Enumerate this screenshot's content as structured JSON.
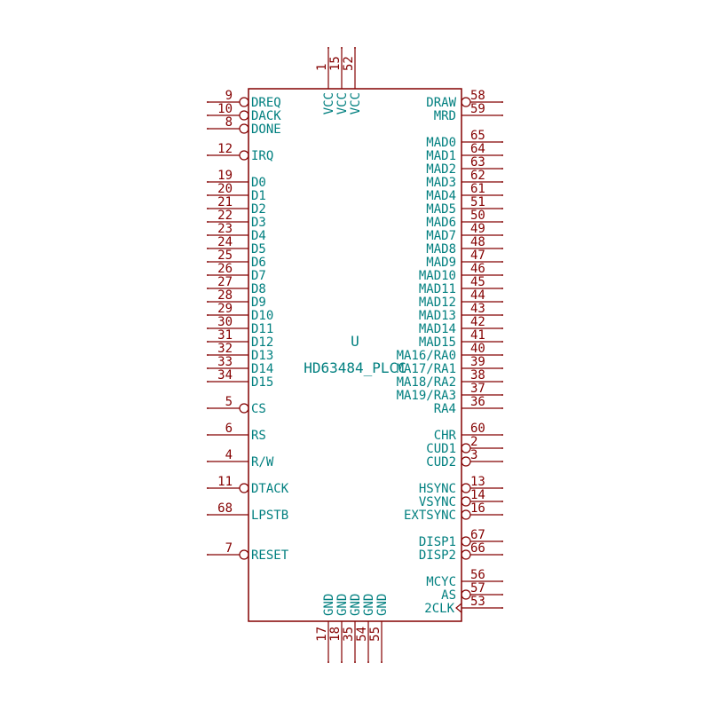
{
  "component": {
    "reference": "U",
    "value": "HD63484_PLCC"
  },
  "colors": {
    "body": "#840000",
    "pin_line": "#840000",
    "pin_name": "#007f7f",
    "pin_number": "#840000",
    "background": "#ffffff"
  },
  "pins": {
    "left": [
      {
        "number": "9",
        "name": "DREQ",
        "bubble": true
      },
      {
        "number": "10",
        "name": "DACK",
        "bubble": true
      },
      {
        "number": "8",
        "name": "DONE",
        "bubble": true
      },
      {
        "number": "12",
        "name": "IRQ",
        "bubble": true
      },
      {
        "number": "19",
        "name": "D0",
        "bubble": false
      },
      {
        "number": "20",
        "name": "D1",
        "bubble": false
      },
      {
        "number": "21",
        "name": "D2",
        "bubble": false
      },
      {
        "number": "22",
        "name": "D3",
        "bubble": false
      },
      {
        "number": "23",
        "name": "D4",
        "bubble": false
      },
      {
        "number": "24",
        "name": "D5",
        "bubble": false
      },
      {
        "number": "25",
        "name": "D6",
        "bubble": false
      },
      {
        "number": "26",
        "name": "D7",
        "bubble": false
      },
      {
        "number": "27",
        "name": "D8",
        "bubble": false
      },
      {
        "number": "28",
        "name": "D9",
        "bubble": false
      },
      {
        "number": "29",
        "name": "D10",
        "bubble": false
      },
      {
        "number": "30",
        "name": "D11",
        "bubble": false
      },
      {
        "number": "31",
        "name": "D12",
        "bubble": false
      },
      {
        "number": "32",
        "name": "D13",
        "bubble": false
      },
      {
        "number": "33",
        "name": "D14",
        "bubble": false
      },
      {
        "number": "34",
        "name": "D15",
        "bubble": false
      },
      {
        "number": "5",
        "name": "CS",
        "bubble": true
      },
      {
        "number": "6",
        "name": "RS",
        "bubble": false
      },
      {
        "number": "4",
        "name": "R/W",
        "bubble": false
      },
      {
        "number": "11",
        "name": "DTACK",
        "bubble": true
      },
      {
        "number": "68",
        "name": "LPSTB",
        "bubble": false
      },
      {
        "number": "7",
        "name": "RESET",
        "bubble": true
      }
    ],
    "right": [
      {
        "number": "58",
        "name": "DRAW",
        "bubble": true,
        "clock": false
      },
      {
        "number": "59",
        "name": "MRD",
        "bubble": false,
        "clock": false
      },
      {
        "number": "65",
        "name": "MAD0",
        "bubble": false,
        "clock": false
      },
      {
        "number": "64",
        "name": "MAD1",
        "bubble": false,
        "clock": false
      },
      {
        "number": "63",
        "name": "MAD2",
        "bubble": false,
        "clock": false
      },
      {
        "number": "62",
        "name": "MAD3",
        "bubble": false,
        "clock": false
      },
      {
        "number": "61",
        "name": "MAD4",
        "bubble": false,
        "clock": false
      },
      {
        "number": "51",
        "name": "MAD5",
        "bubble": false,
        "clock": false
      },
      {
        "number": "50",
        "name": "MAD6",
        "bubble": false,
        "clock": false
      },
      {
        "number": "49",
        "name": "MAD7",
        "bubble": false,
        "clock": false
      },
      {
        "number": "48",
        "name": "MAD8",
        "bubble": false,
        "clock": false
      },
      {
        "number": "47",
        "name": "MAD9",
        "bubble": false,
        "clock": false
      },
      {
        "number": "46",
        "name": "MAD10",
        "bubble": false,
        "clock": false
      },
      {
        "number": "45",
        "name": "MAD11",
        "bubble": false,
        "clock": false
      },
      {
        "number": "44",
        "name": "MAD12",
        "bubble": false,
        "clock": false
      },
      {
        "number": "43",
        "name": "MAD13",
        "bubble": false,
        "clock": false
      },
      {
        "number": "42",
        "name": "MAD14",
        "bubble": false,
        "clock": false
      },
      {
        "number": "41",
        "name": "MAD15",
        "bubble": false,
        "clock": false
      },
      {
        "number": "40",
        "name": "MA16/RA0",
        "bubble": false,
        "clock": false
      },
      {
        "number": "39",
        "name": "MA17/RA1",
        "bubble": false,
        "clock": false
      },
      {
        "number": "38",
        "name": "MA18/RA2",
        "bubble": false,
        "clock": false
      },
      {
        "number": "37",
        "name": "MA19/RA3",
        "bubble": false,
        "clock": false
      },
      {
        "number": "36",
        "name": "RA4",
        "bubble": false,
        "clock": false
      },
      {
        "number": "60",
        "name": "CHR",
        "bubble": false,
        "clock": false
      },
      {
        "number": "2",
        "name": "CUD1",
        "bubble": true,
        "clock": false
      },
      {
        "number": "3",
        "name": "CUD2",
        "bubble": true,
        "clock": false
      },
      {
        "number": "13",
        "name": "HSYNC",
        "bubble": true,
        "clock": false
      },
      {
        "number": "14",
        "name": "VSYNC",
        "bubble": true,
        "clock": false
      },
      {
        "number": "16",
        "name": "EXTSYNC",
        "bubble": true,
        "clock": false
      },
      {
        "number": "67",
        "name": "DISP1",
        "bubble": true,
        "clock": false
      },
      {
        "number": "66",
        "name": "DISP2",
        "bubble": true,
        "clock": false
      },
      {
        "number": "56",
        "name": "MCYC",
        "bubble": false,
        "clock": false
      },
      {
        "number": "57",
        "name": "AS",
        "bubble": true,
        "clock": false
      },
      {
        "number": "53",
        "name": "2CLK",
        "bubble": false,
        "clock": true
      }
    ],
    "top": [
      {
        "number": "1",
        "name": "VCC"
      },
      {
        "number": "15",
        "name": "VCC"
      },
      {
        "number": "52",
        "name": "VCC"
      }
    ],
    "bottom": [
      {
        "number": "17",
        "name": "GND"
      },
      {
        "number": "18",
        "name": "GND"
      },
      {
        "number": "35",
        "name": "GND"
      },
      {
        "number": "54",
        "name": "GND"
      },
      {
        "number": "55",
        "name": "GND"
      }
    ]
  }
}
